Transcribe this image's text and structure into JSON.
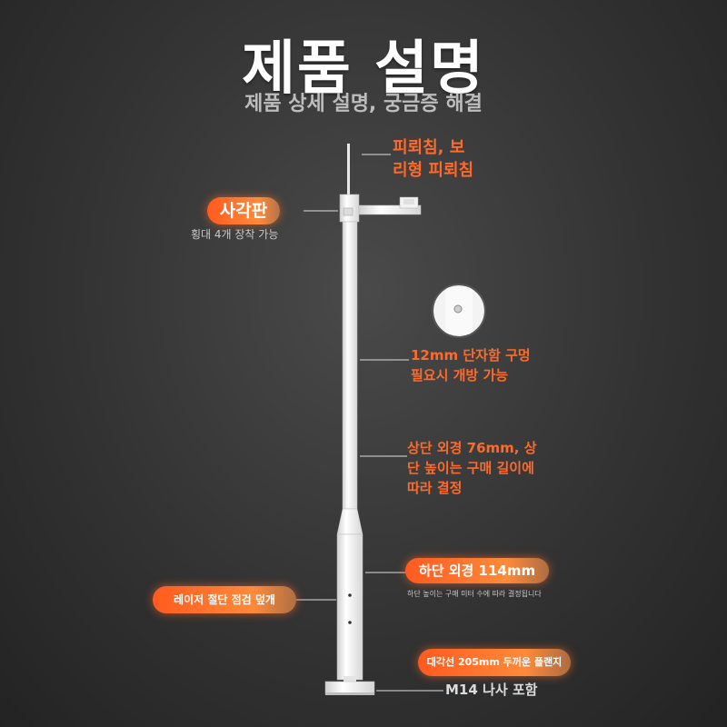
{
  "header": {
    "title": "제품 설명",
    "subtitle": "제품 상세 설명, 궁금증 해결"
  },
  "callouts": {
    "lightning_rod": {
      "line1": "피뢰침, 보",
      "line2": "리형 피뢰침"
    },
    "square_plate": {
      "badge": "사각판",
      "note": "횡대 4개 장착 가능"
    },
    "terminal_box": {
      "line1": "12mm 단자함 구멍",
      "line2": "필요시 개방 가능"
    },
    "upper_pole": {
      "line1": "상단 외경 76mm, 상",
      "line2": "단 높이는 구매 길이에",
      "line3": "따라 결정"
    },
    "lower_pole": {
      "line1": "하단 외경 114mm",
      "note": "하단 높이는 구매 미터 수에 따라 결정됩니다"
    },
    "laser_cut": {
      "badge": "레이저 절단 점검 덮개"
    },
    "flange": {
      "line1": "대각선 205mm 두꺼운 플랜지",
      "line2": "M14 나사 포함"
    }
  },
  "colors": {
    "accent": "#ff6a2b",
    "pole": "#f4f4f4",
    "background": "#333333"
  }
}
